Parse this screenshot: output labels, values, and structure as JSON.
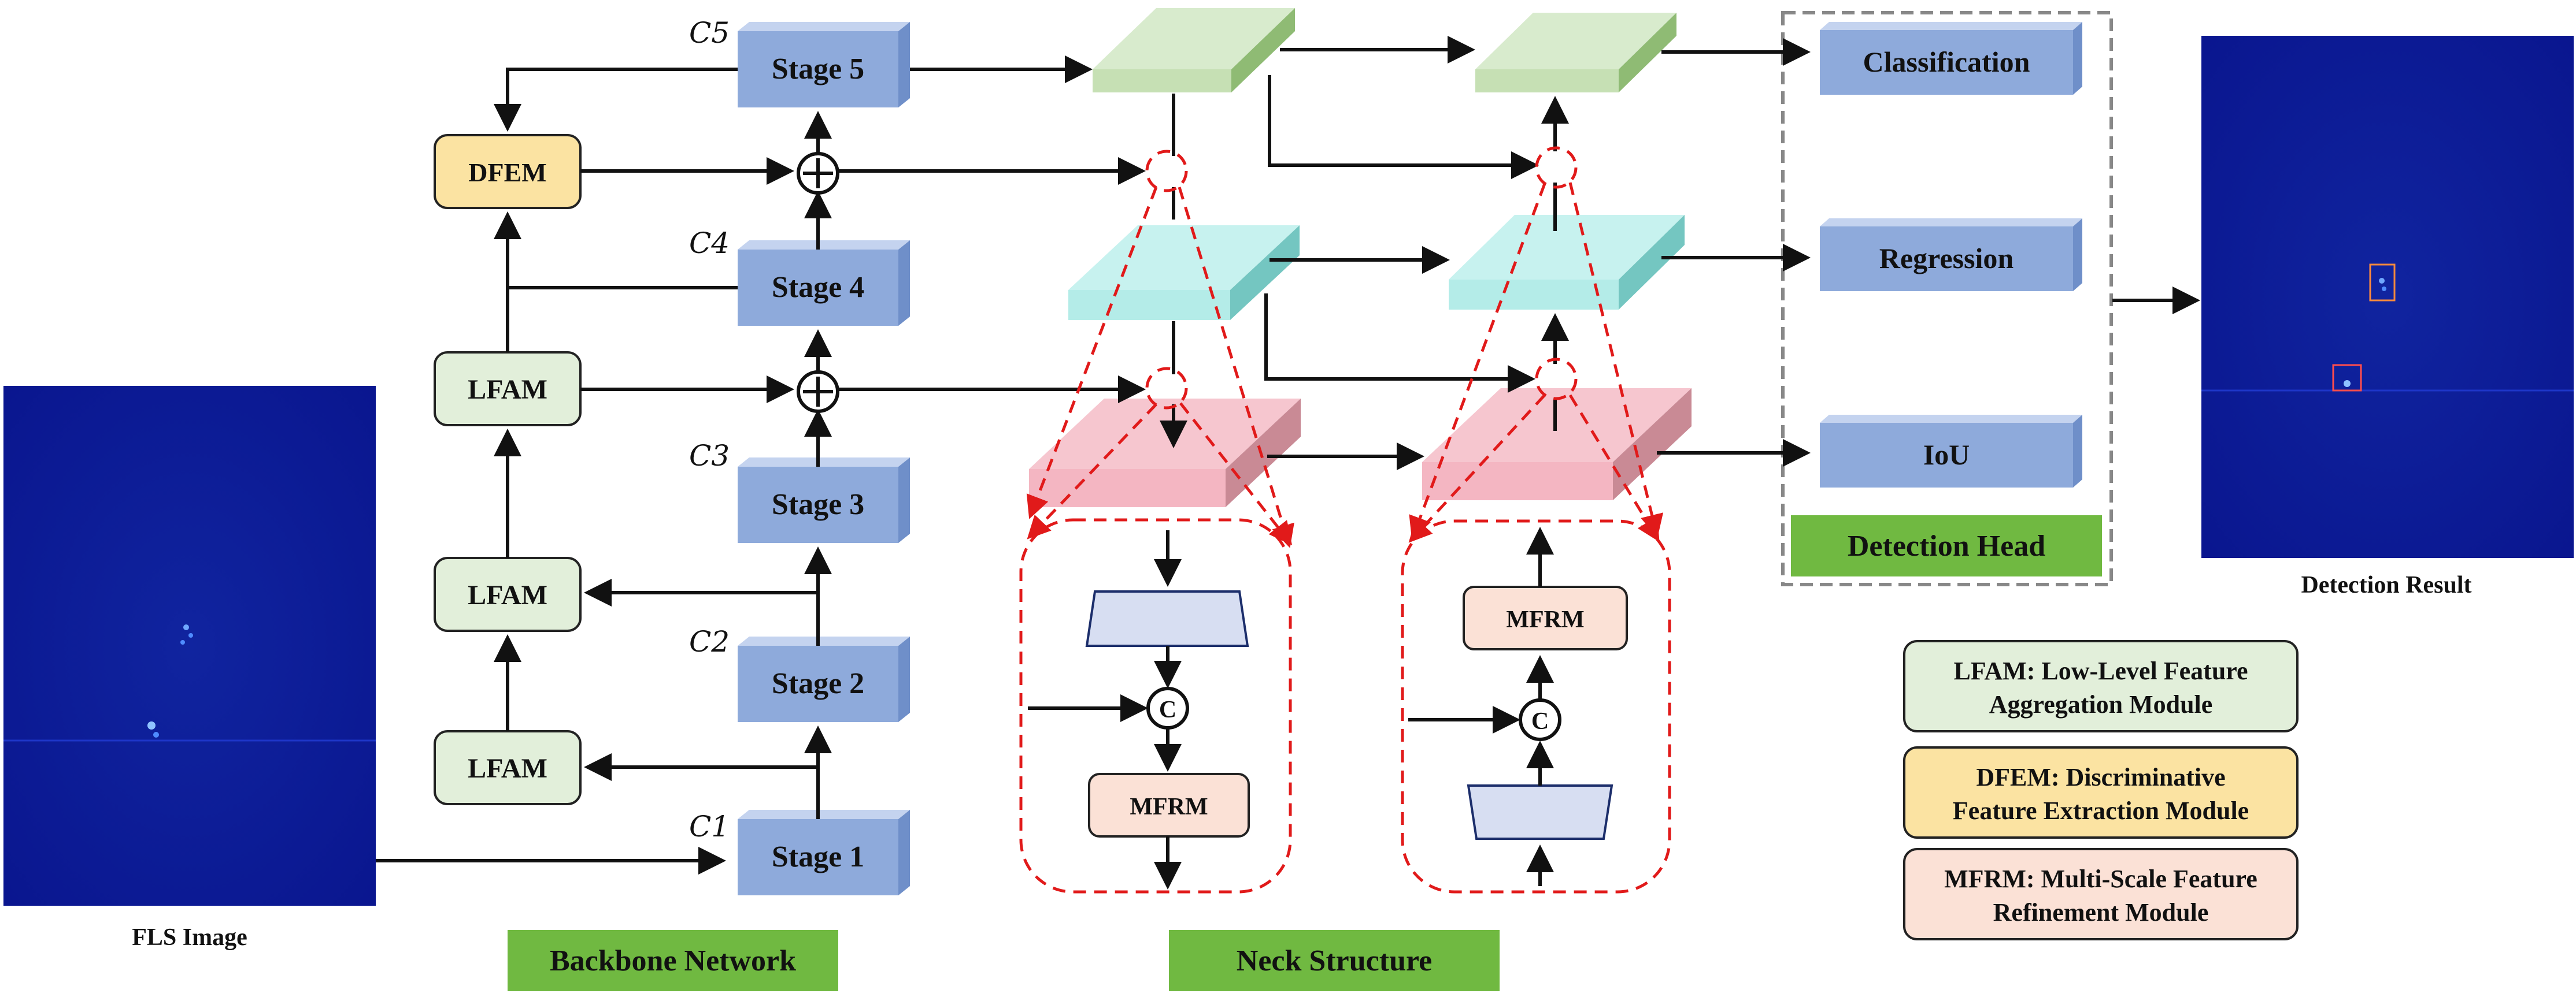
{
  "images": {
    "input_caption": "FLS Image",
    "output_caption": "Detection Result"
  },
  "backbone": {
    "stages": [
      "Stage 1",
      "Stage 2",
      "Stage 3",
      "Stage 4",
      "Stage 5"
    ],
    "c_labels": [
      "C1",
      "C2",
      "C3",
      "C4",
      "C5"
    ],
    "modules": [
      "LFAM",
      "LFAM",
      "LFAM",
      "DFEM"
    ],
    "title": "Backbone Network"
  },
  "neck": {
    "title": "Neck Structure",
    "mfrm_label": "MFRM",
    "concat_symbol": "C"
  },
  "head": {
    "outputs": [
      "Classification",
      "Regression",
      "IoU"
    ],
    "title": "Detection Head"
  },
  "legend": [
    {
      "line1": "LFAM: Low-Level Feature",
      "line2": "Aggregation Module"
    },
    {
      "line1": "DFEM: Discriminative",
      "line2": "Feature Extraction Module"
    },
    {
      "line1": "MFRM: Multi-Scale Feature",
      "line2": "Refinement Module"
    }
  ],
  "colors": {
    "stage_blue": "#8eaadb",
    "lfam_green": "#e2efda",
    "dfem_yellow": "#fbe3a2",
    "mfrm_pink": "#fbe1d6",
    "section_green": "#70b941",
    "neck_green": "#c6e0b4",
    "neck_cyan": "#b4ece8",
    "neck_pink": "#f4b6c2",
    "sonar_blue": "#0c1a9c",
    "dashed_red": "#e11a1a"
  }
}
